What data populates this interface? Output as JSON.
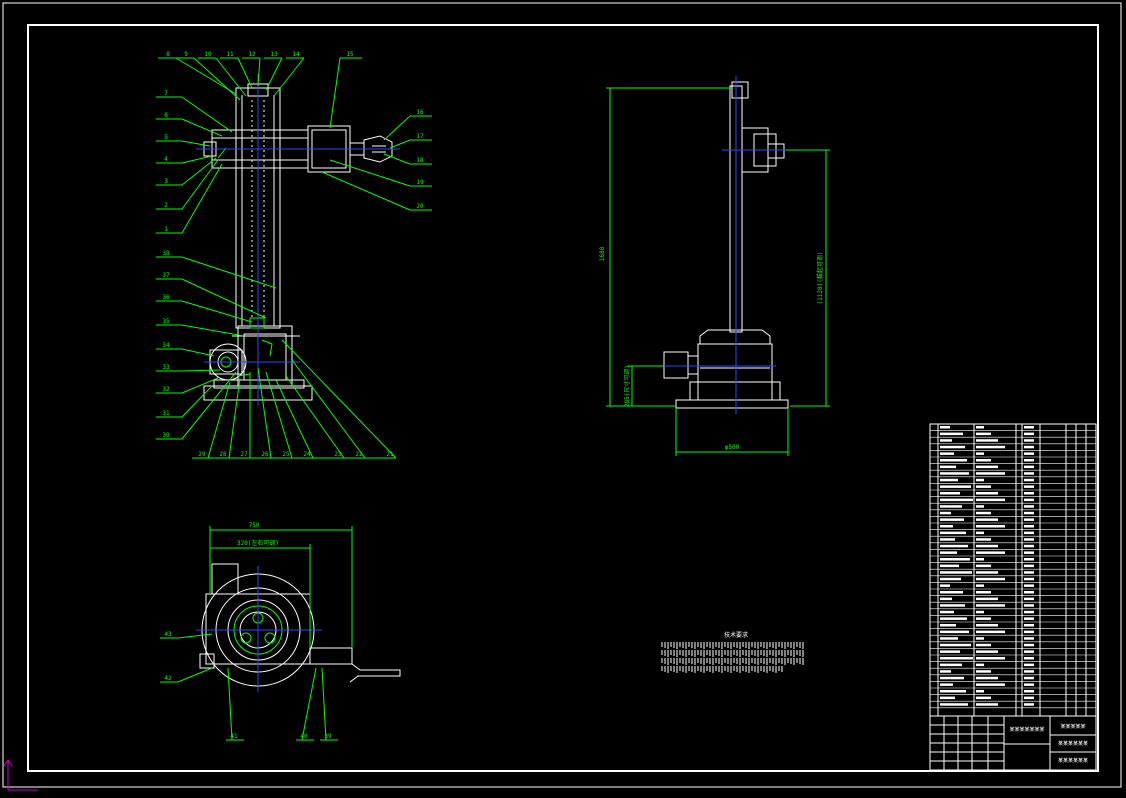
{
  "drawing": {
    "colors": {
      "background": "#000000",
      "frame": "#ffffff",
      "leader": "#00ff00",
      "centerline": "#3344ff",
      "part": "#ffffff"
    },
    "front_view": {
      "balloons_left": [
        "8",
        "9",
        "10",
        "11",
        "12",
        "13",
        "14",
        "7",
        "6",
        "5",
        "4",
        "3",
        "2",
        "1",
        "38",
        "37",
        "36",
        "35",
        "34",
        "33",
        "32",
        "31",
        "30"
      ],
      "balloons_right": [
        "15",
        "16",
        "17",
        "18",
        "19",
        "20"
      ],
      "balloons_bottom": [
        "29",
        "28",
        "27",
        "26",
        "25",
        "24",
        "23",
        "22",
        "21"
      ]
    },
    "side_view": {
      "dim_total_height": "1688",
      "dim_stroke": "(1120)(拔起可调)",
      "dim_base_height": "285(尺寸可调)",
      "dim_base_width": "φ500"
    },
    "top_view": {
      "dim_width": "750",
      "dim_offset": "320(左右可调)",
      "balloons": [
        "43",
        "42",
        "41",
        "40",
        "39"
      ]
    },
    "notes": {
      "title": "技术要求"
    },
    "title_block": {
      "school": "某某某某某",
      "drawing_name": "某某某某某某某",
      "subtitle": "某某某某某某",
      "subtitle2": "某某某某某某"
    }
  }
}
